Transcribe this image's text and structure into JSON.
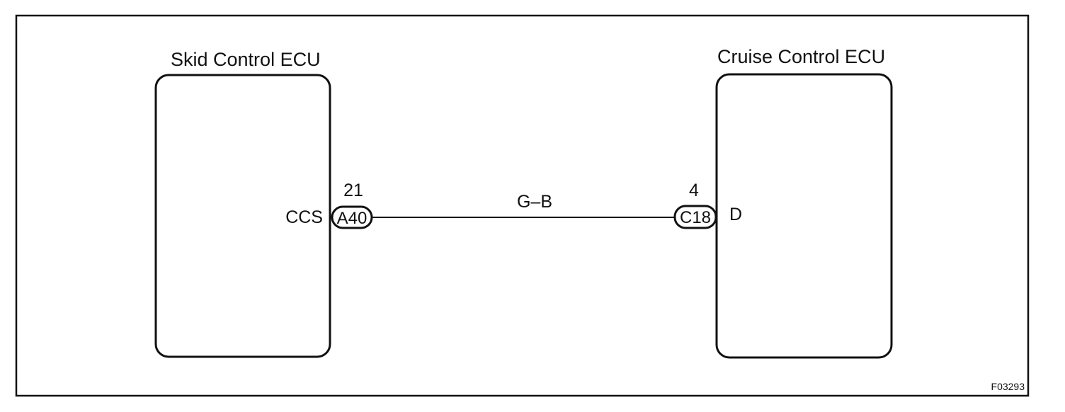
{
  "figure_code": "F03293",
  "wire": {
    "label": "G–B"
  },
  "left_unit": {
    "title": "Skid Control ECU",
    "terminal": "CCS",
    "pin": "21",
    "connector": "A40"
  },
  "right_unit": {
    "title": "Cruise Control ECU",
    "terminal": "D",
    "pin": "4",
    "connector": "C18"
  }
}
